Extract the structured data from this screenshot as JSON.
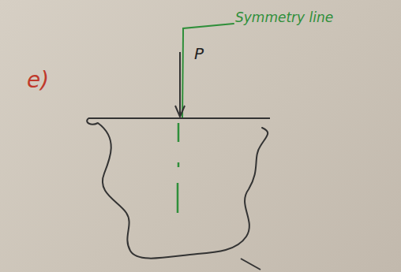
{
  "diagram": {
    "labels": [
      "e)",
      "P",
      "Symmetry line"
    ]
  }
}
